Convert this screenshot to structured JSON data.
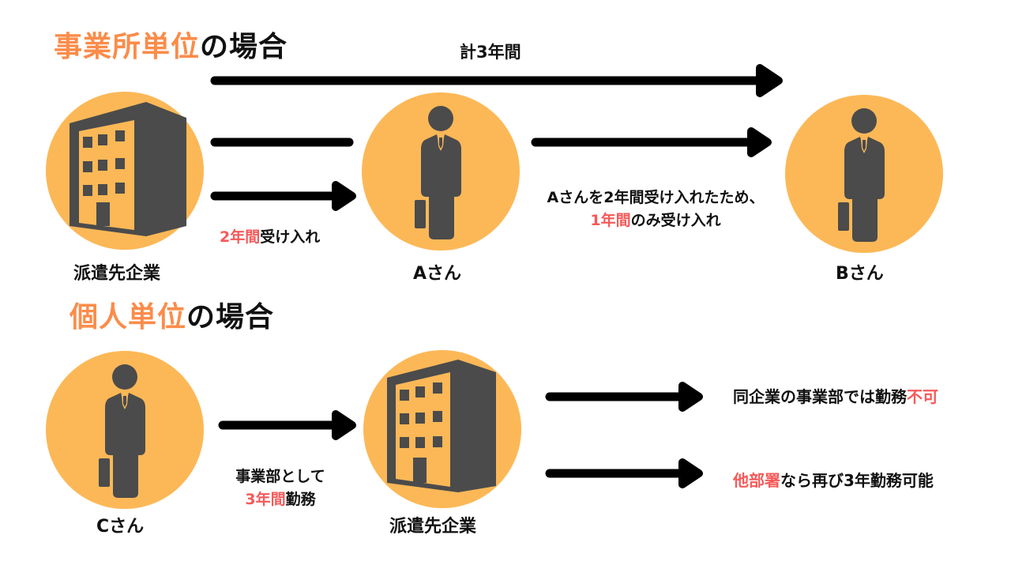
{
  "section1": {
    "heading_accent": "事業所単位",
    "heading_rest": "の場合",
    "total_label": "計3年間",
    "nodes": [
      {
        "label": "派遣先企業",
        "icon": "building-icon"
      },
      {
        "label": "Aさん",
        "icon": "businessperson-icon"
      },
      {
        "label": "Bさん",
        "icon": "businessperson-icon"
      }
    ],
    "arrow1_caption": {
      "accent": "2年間",
      "rest": "受け入れ"
    },
    "arrow2_caption": {
      "line1": "Aさんを2年間受け入れたため、",
      "line2_accent": "1年間",
      "line2_rest": "のみ受け入れ"
    }
  },
  "section2": {
    "heading_accent": "個人単位",
    "heading_rest": "の場合",
    "nodes": [
      {
        "label": "Cさん",
        "icon": "businessperson-icon"
      },
      {
        "label": "派遣先企業",
        "icon": "building-icon"
      }
    ],
    "arrow_caption": {
      "line1": "事業部として",
      "line2_accent": "3年間",
      "line2_rest": "勤務"
    },
    "outcomes": [
      {
        "text": "同企業の事業部では勤務",
        "accent": "不可",
        "accent_position": "end"
      },
      {
        "accent": "他部署",
        "text": "なら再び3年勤務可能",
        "accent_position": "start"
      }
    ]
  },
  "colors": {
    "accent_orange": "#fb8c4a",
    "accent_red": "#f55a5a",
    "circle_fill": "#fcb857",
    "icon_fill": "#4b4b4b",
    "arrow": "#000000"
  }
}
